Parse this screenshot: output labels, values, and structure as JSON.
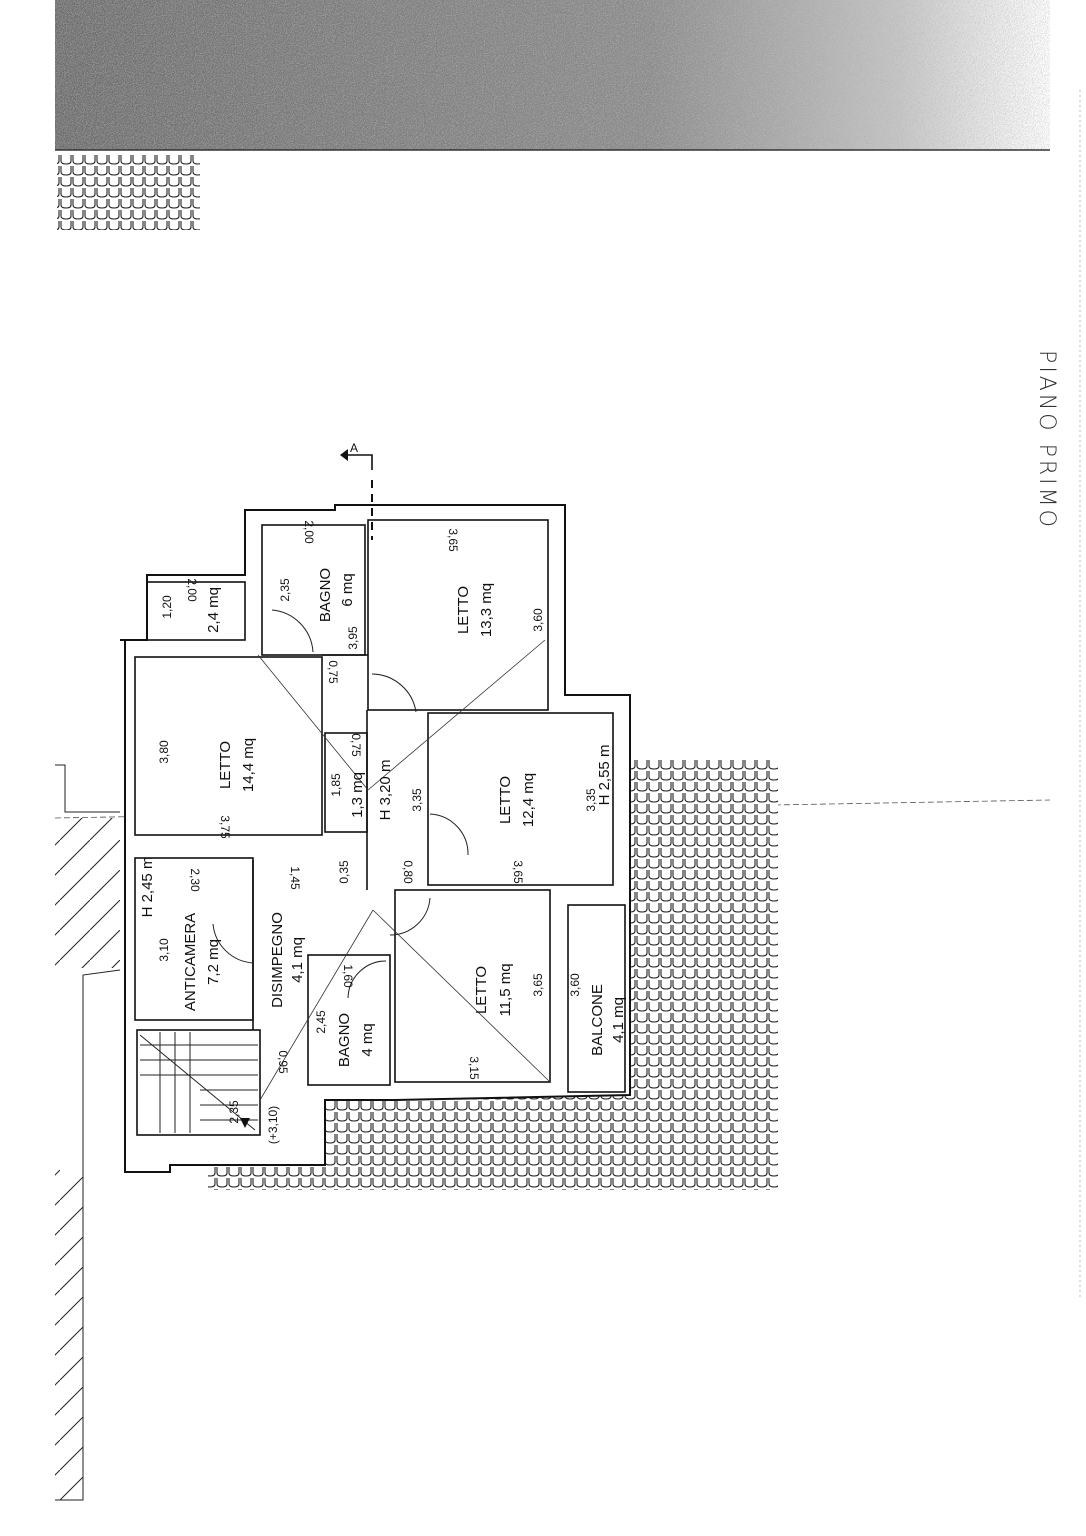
{
  "drawing_title": "PIANO PRIMO",
  "section_marker": "A",
  "stair_level": "(+3,10)",
  "rooms": [
    {
      "name": "LETTO",
      "area": "13,3 mq"
    },
    {
      "name": "BAGNO",
      "area": "6 mq"
    },
    {
      "name": "",
      "area": "2,4 mq"
    },
    {
      "name": "LETTO",
      "area": "14,4 mq"
    },
    {
      "name": "",
      "area": "1,3 mq"
    },
    {
      "name": "LETTO",
      "area": "12,4 mq"
    },
    {
      "name": "ANTICAMERA",
      "area": "7,2 mq"
    },
    {
      "name": "DISIMPEGNO",
      "area": "4,1 mq"
    },
    {
      "name": "BAGNO",
      "area": "4 mq"
    },
    {
      "name": "LETTO",
      "area": "11,5 mq"
    },
    {
      "name": "BALCONE",
      "area": "4,1 mq"
    }
  ],
  "heights": [
    "H 3,20 m",
    "H 2,55 m",
    "H 2,45 m"
  ],
  "dimensions": [
    "2,00",
    "3,65",
    "2,00",
    "1,20",
    "2,35",
    "3,95",
    "3,60",
    "0,75",
    "0,75",
    "3,80",
    "1,85",
    "3,35",
    "3,35",
    "3,75",
    "2,30",
    "1,45",
    "0,35",
    "0,80",
    "3,65",
    "3,10",
    "1,60",
    "3,65",
    "3,60",
    "2,45",
    "0,95",
    "3,15",
    "2,35"
  ]
}
